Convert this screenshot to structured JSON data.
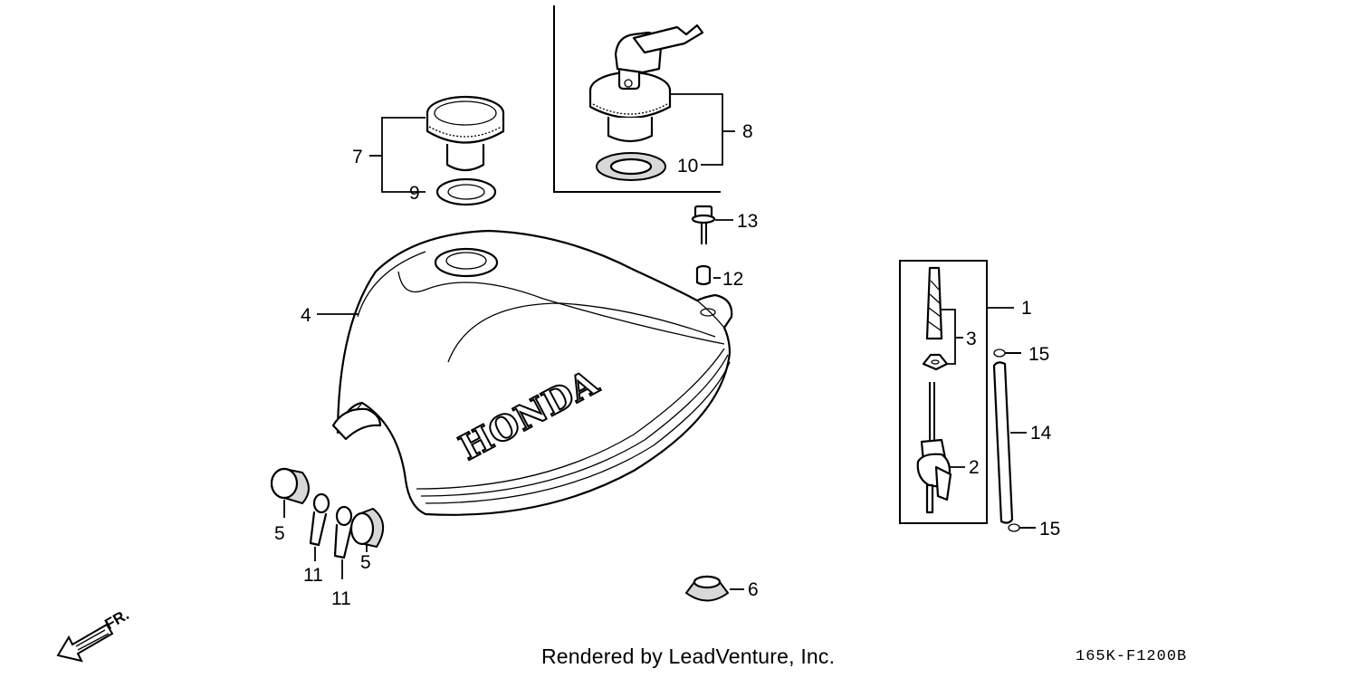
{
  "diagram": {
    "callouts": {
      "c1": "1",
      "c2": "2",
      "c3": "3",
      "c4": "4",
      "c5a": "5",
      "c5b": "5",
      "c6": "6",
      "c7": "7",
      "c8": "8",
      "c9": "9",
      "c10": "10",
      "c11a": "11",
      "c11b": "11",
      "c12": "12",
      "c13": "13",
      "c14": "14",
      "c15a": "15",
      "c15b": "15"
    },
    "tank_brand": "HONDA",
    "front_label": "FR."
  },
  "footer": {
    "credit": "Rendered by LeadVenture, Inc.",
    "diagram_code": "165K-F1200B"
  }
}
